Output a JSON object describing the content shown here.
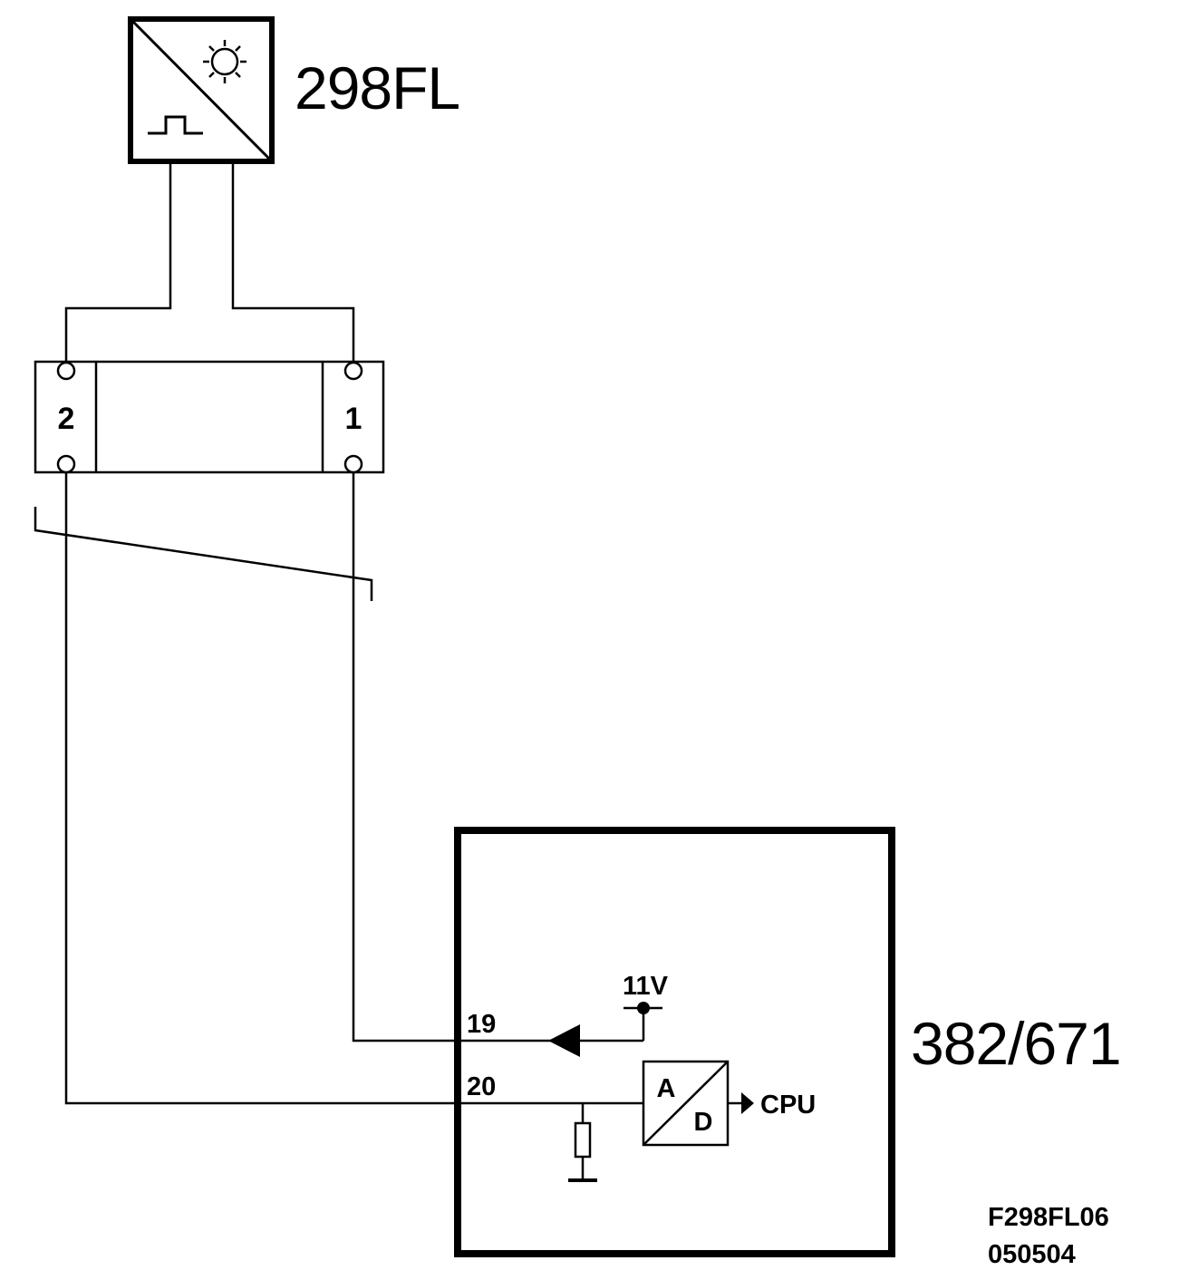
{
  "sensor": {
    "id": "298FL",
    "icons": [
      "sun-icon",
      "pulse-signal-icon"
    ]
  },
  "connector": {
    "pins": [
      {
        "label": "2"
      },
      {
        "label": "1"
      }
    ]
  },
  "control_unit": {
    "id": "382/671",
    "pins": [
      {
        "label": "19"
      },
      {
        "label": "20"
      }
    ],
    "supply_voltage": "11V",
    "converter": {
      "a_label": "A",
      "d_label": "D"
    },
    "output_label": "CPU"
  },
  "reference": {
    "code": "F298FL06",
    "date": "050504"
  },
  "colors": {
    "ink": "#000000",
    "paper": "#ffffff"
  }
}
